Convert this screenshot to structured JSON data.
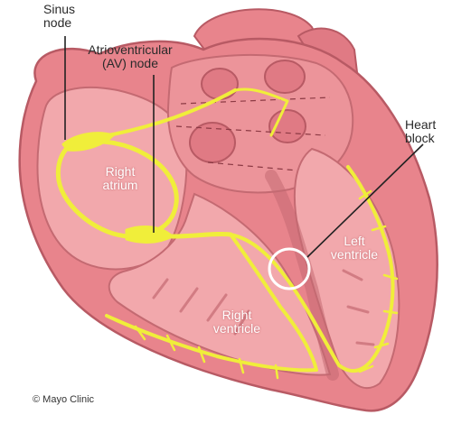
{
  "colors": {
    "heart_body": "#e8848c",
    "heart_outline": "#b85a64",
    "chamber_interior": "#f2a8ac",
    "muscle_dark": "#c46a72",
    "conduction_path": "#f0ee3a",
    "leader_line": "#222222",
    "highlight_circle": "#ffffff"
  },
  "labels": {
    "sinus_node": [
      "Sinus",
      "node"
    ],
    "av_node": [
      "Atrioventricular",
      "(AV) node"
    ],
    "heart_block": [
      "Heart",
      "block"
    ],
    "right_atrium": [
      "Right",
      "atrium"
    ],
    "left_ventricle": [
      "Left",
      "ventricle"
    ],
    "right_ventricle": [
      "Right",
      "ventricle"
    ]
  },
  "credit": "© Mayo Clinic"
}
